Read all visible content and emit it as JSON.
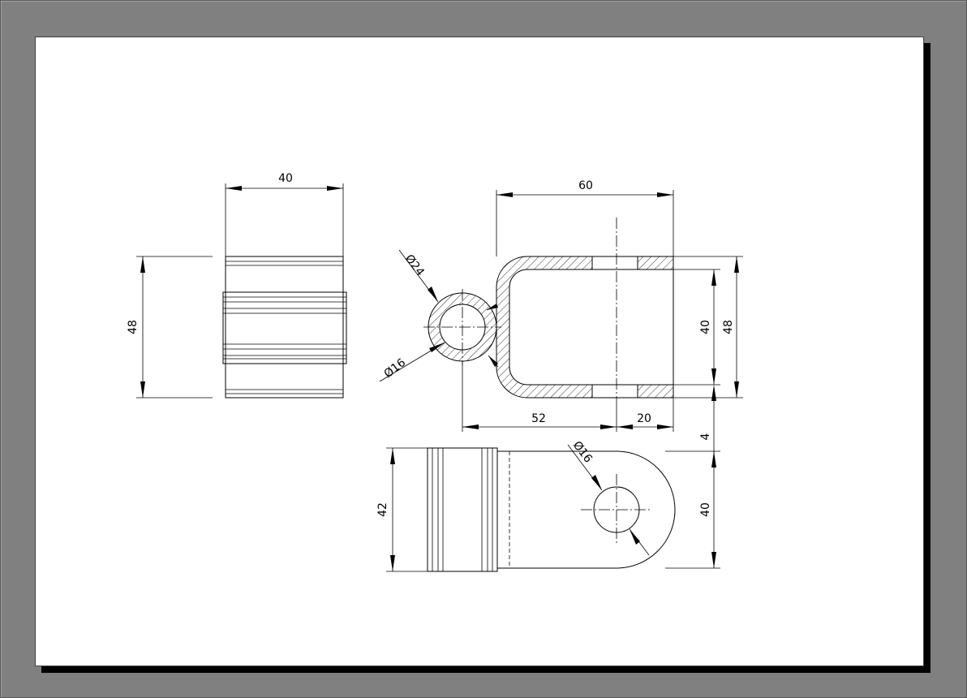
{
  "drawing": {
    "colors": {
      "canvas": "#808080",
      "sheet": "#ffffff",
      "lines": "#000000",
      "shadow": "#000000"
    },
    "dimensions": {
      "side_width": "40",
      "side_height": "48",
      "top_length": "60",
      "inner_height": "40",
      "outer_height": "48",
      "boss_outer_diameter": "Ø24",
      "boss_inner_diameter": "Ø16",
      "base_to_center": "52",
      "center_to_end": "20",
      "thickness": "4",
      "plan_boss_length": "42",
      "plan_width": "40",
      "plan_hole_diameter": "Ø16"
    }
  }
}
